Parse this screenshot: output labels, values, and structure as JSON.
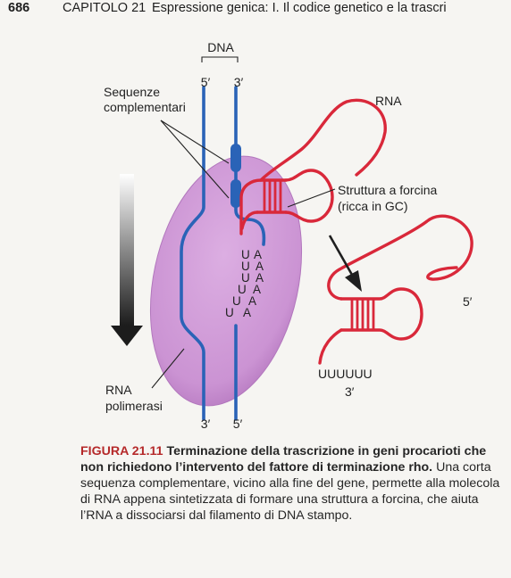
{
  "header": {
    "page_number": "686",
    "chapter": "CAPITOLO 21",
    "section": "Espressione genica: I. Il codice genetico e la trascri"
  },
  "figure": {
    "dna_label": "DNA",
    "top_5_prime": "5′",
    "top_3_prime": "3′",
    "complementary_label_line1": "Sequenze",
    "complementary_label_line2": "complementari",
    "rna_label": "RNA",
    "hairpin_label_line1": "Struttura a forcina",
    "hairpin_label_line2": "(ricca in GC)",
    "u_letters": [
      "U",
      "U",
      "U",
      "U",
      "U",
      "U"
    ],
    "a_letters": [
      "A",
      "A",
      "A",
      "A",
      "A",
      "A"
    ],
    "polymerase_label_line1": "RNA",
    "polymerase_label_line2": "polimerasi",
    "bottom_3_prime": "3′",
    "bottom_5_prime": "5′",
    "released_5_prime": "5′",
    "released_uuuuuu": "UUUUUU",
    "released_3_prime": "3′",
    "colors": {
      "dna_blue": "#2a63b7",
      "rna_red": "#d9283a",
      "polymerase": "#cf9ad6"
    }
  },
  "caption": {
    "label": "FIGURA 21.11",
    "title": "Terminazione della trascrizione in geni procarioti che non richiedono l’intervento del fattore di terminazione rho.",
    "body": "Una corta sequenza complementare, vicino alla fine del gene, permette alla molecola di RNA appena sintetizzata di formare una struttura a forcina, che aiuta l’RNA a dissociarsi dal filamento di DNA stampo."
  }
}
